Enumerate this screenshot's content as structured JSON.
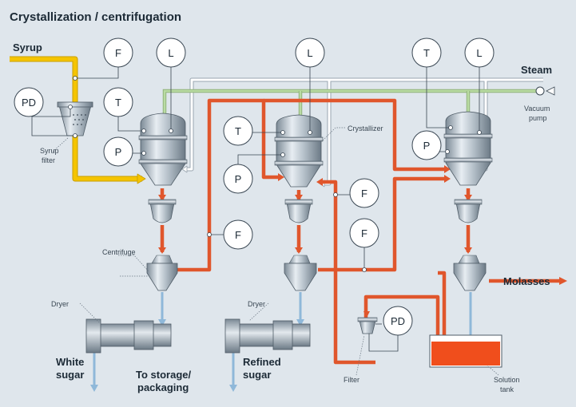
{
  "title": "Crystallization / centrifugation",
  "streams": {
    "syrup": "Syrup",
    "steam": "Steam",
    "molasses": "Molasses"
  },
  "labels": {
    "vacuum_pump": [
      "Vacuum",
      "pump"
    ],
    "syrup_filter": [
      "Syrup",
      "filter"
    ],
    "crystallizer": "Crystallizer",
    "centrifuge": "Centrifuge",
    "dryer_1": "Dryer",
    "dryer_2": "Dryer",
    "white_sugar": [
      "White",
      "sugar"
    ],
    "storage": [
      "To storage/",
      "packaging"
    ],
    "refined_sugar": [
      "Refined",
      "sugar"
    ],
    "filter": "Filter",
    "solution_tank": [
      "Solution",
      "tank"
    ]
  },
  "instruments": {
    "f_syrup": "F",
    "l_cryst1": "L",
    "pd_syrup": "PD",
    "t_cryst1": "T",
    "p_cryst1": "P",
    "l_cryst2": "L",
    "t_cryst2": "T",
    "p_cryst2": "P",
    "f_cryst2": "F",
    "f_cent1": "F",
    "f_cent2": "F",
    "pd_filter": "PD",
    "t_cryst3": "T",
    "l_cryst3": "L",
    "p_cryst3": "P"
  },
  "colors": {
    "syrup": "#f5c400",
    "massecuite": "#e0562c",
    "steam_white": "#ffffff",
    "steam_green": "#a9d18e",
    "water": "#8fb8d9",
    "tank_liquid": "#f04e1c",
    "line": "#3a4753",
    "background": "#dfe6ec"
  }
}
